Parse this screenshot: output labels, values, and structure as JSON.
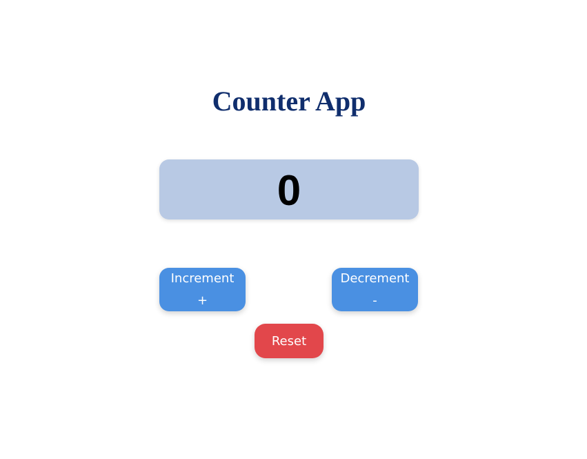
{
  "app": {
    "title": "Counter App"
  },
  "counter": {
    "value": "0"
  },
  "buttons": {
    "increment": {
      "label": "Increment",
      "symbol": "+"
    },
    "decrement": {
      "label": "Decrement",
      "symbol": "-"
    },
    "reset": {
      "label": "Reset"
    }
  },
  "colors": {
    "title": "#102e6d",
    "display_background": "#b8c9e4",
    "primary_button": "#4a90e2",
    "reset_button": "#e2474b"
  }
}
